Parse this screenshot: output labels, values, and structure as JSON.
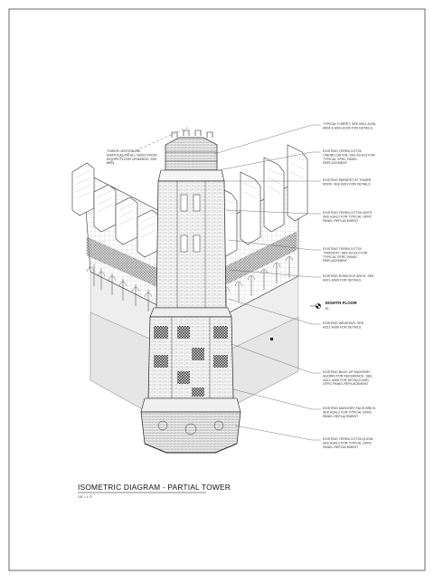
{
  "drawing": {
    "title": "ISOMETRIC DIAGRAM - PARTIAL TOWER",
    "scale": "1/8\" = 1'-0\"",
    "level_marker": {
      "label": "EIGHTH FLOOR",
      "sub": "EL."
    },
    "left_note": [
      "TOWER CENTERLINE,",
      "IDENTICAL ON ALL SIDES FROM",
      "EIGHTH FLOOR UPWARDS. SEE",
      "A904"
    ],
    "notes": [
      {
        "lines": [
          "TYPICAL TURRET, SEE A901-A106,",
          "A604 & A901-A206 FOR DETAILS"
        ]
      },
      {
        "lines": [
          "EXISTING TERRA COTTA",
          "CRENELLATION, SEE A3-A13 FOR",
          "TYPICAL GFRC PANEL",
          "REPLACEMENT"
        ]
      },
      {
        "lines": [
          "EXISTING PARAPET AT TOWER",
          "ROOF, SEE A301 FOR DETAILS"
        ]
      },
      {
        "lines": [
          "EXISTING TERRA COTTA UNITS.",
          "SEE A3A13 FOR TYPICAL GFRC",
          "PANEL REPLACEMENT"
        ]
      },
      {
        "lines": [
          "EXISTING TERRA COTTA",
          "\"TRACERY\" SEE A3-A13 FOR",
          "TYPICAL GFRC PANEL",
          "REPLACEMENT"
        ]
      },
      {
        "lines": [
          "EXISTING ROWLOCK ARCH. SEE",
          "A321-A306 FOR DETAILS"
        ]
      },
      {
        "lines": [
          "EXISTING WINDOWS. SEE",
          "A321-A306 FOR DETAILS"
        ]
      },
      {
        "lines": [
          "EXISTING BACK-UP MASONRY",
          "SHOWN FOR REFERENCE. SEE",
          "A321-A306 FOR DETAILS AND",
          "GFRC PANEL REPLACEMENT"
        ]
      },
      {
        "lines": [
          "EXISTING MASONRY FACE BRICK.",
          "SEE A3A13 FOR TYPICAL GFRC",
          "PANEL REPLACEMENT"
        ]
      },
      {
        "lines": [
          "EXISTING TERRA COTTA QUOIN,",
          "SEE A3A13 FOR TYPICAL GFRC",
          "PANEL REPLACEMENT"
        ]
      }
    ]
  }
}
